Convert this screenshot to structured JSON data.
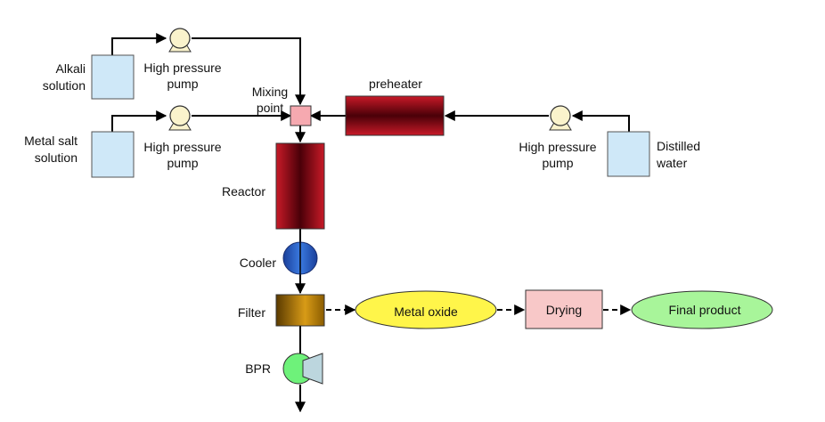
{
  "labels": {
    "alkali_1": "Alkali",
    "alkali_2": "solution",
    "metal_1": "Metal salt",
    "metal_2": "solution",
    "pump_1": "High pressure",
    "pump_2": "pump",
    "mixing_1": "Mixing",
    "mixing_2": "point",
    "preheater": "preheater",
    "distilled_1": "Distilled",
    "distilled_2": "water",
    "reactor": "Reactor",
    "cooler": "Cooler",
    "filter": "Filter",
    "bpr": "BPR",
    "metal_oxide": "Metal oxide",
    "drying": "Drying",
    "final_product": "Final product"
  },
  "colors": {
    "tank": "#cfe8f8",
    "pump": "#faf3cc",
    "mixing": "#f6a9b0",
    "heater_dark": "#4a0008",
    "heater_mid": "#c81a28",
    "cooler": "#2f6fd6",
    "filter_dark": "#5a3a00",
    "filter_light": "#d89b17",
    "bpr": "#6ef27a",
    "bpr_valve": "#bcd6de",
    "metal_oxide": "#fff54a",
    "drying": "#f8c8c8",
    "final_product": "#a8f59a"
  }
}
